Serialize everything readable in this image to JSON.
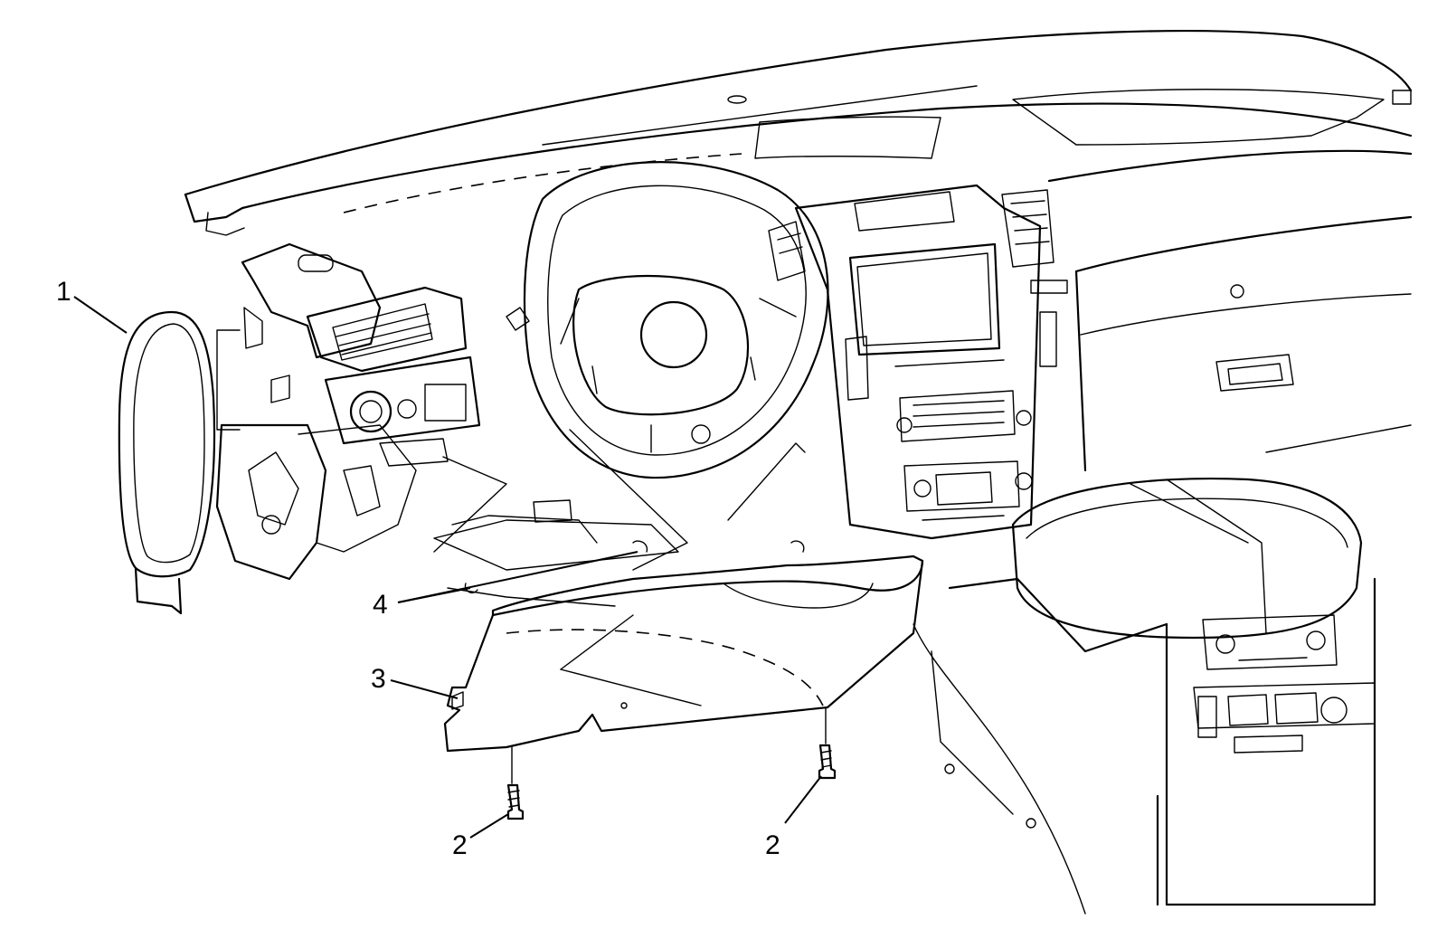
{
  "callouts": {
    "c1": "1",
    "c2a": "2",
    "c2b": "2",
    "c3": "3",
    "c4": "4"
  }
}
